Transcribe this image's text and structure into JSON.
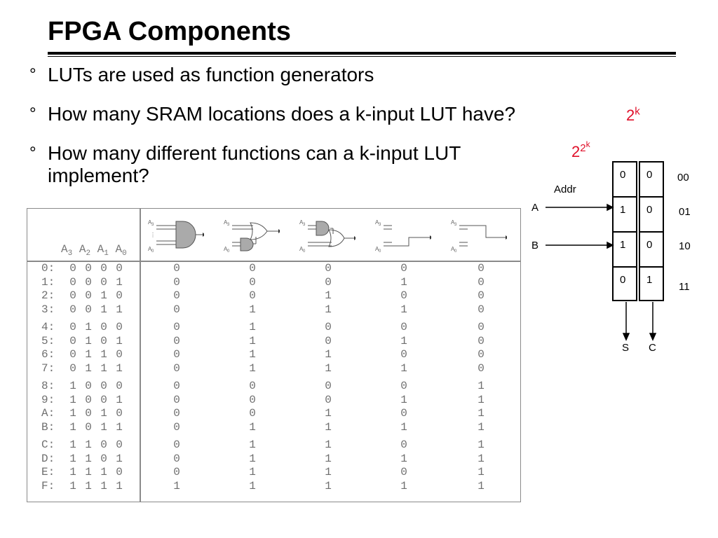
{
  "title": "FPGA Components",
  "bullets": [
    {
      "mark": "°",
      "text": "LUTs are used as function generators"
    },
    {
      "mark": "°",
      "text": "How many SRAM locations does a k-input LUT have?"
    },
    {
      "mark": "°",
      "text": "How many different functions can a k-input LUT",
      "text2": "implement?"
    }
  ],
  "answers": {
    "locations": {
      "base": "2",
      "exp": "k"
    },
    "functions": {
      "base": "2",
      "exp": "2",
      "exp2": "k"
    }
  },
  "truth_table": {
    "header": {
      "A3": "A",
      "A3s": "3",
      "A2": "A",
      "A2s": "2",
      "A1": "A",
      "A1s": "1",
      "A0": "A",
      "A0s": "0"
    },
    "rows": [
      {
        "label": "0:",
        "bits": [
          "0",
          "0",
          "0",
          "0"
        ],
        "outs": [
          "0",
          "0",
          "0",
          "0",
          "0"
        ]
      },
      {
        "label": "1:",
        "bits": [
          "0",
          "0",
          "0",
          "1"
        ],
        "outs": [
          "0",
          "0",
          "0",
          "1",
          "0"
        ]
      },
      {
        "label": "2:",
        "bits": [
          "0",
          "0",
          "1",
          "0"
        ],
        "outs": [
          "0",
          "0",
          "1",
          "0",
          "0"
        ]
      },
      {
        "label": "3:",
        "bits": [
          "0",
          "0",
          "1",
          "1"
        ],
        "outs": [
          "0",
          "1",
          "1",
          "1",
          "0"
        ]
      },
      {
        "label": "4:",
        "bits": [
          "0",
          "1",
          "0",
          "0"
        ],
        "outs": [
          "0",
          "1",
          "0",
          "0",
          "0"
        ]
      },
      {
        "label": "5:",
        "bits": [
          "0",
          "1",
          "0",
          "1"
        ],
        "outs": [
          "0",
          "1",
          "0",
          "1",
          "0"
        ]
      },
      {
        "label": "6:",
        "bits": [
          "0",
          "1",
          "1",
          "0"
        ],
        "outs": [
          "0",
          "1",
          "1",
          "0",
          "0"
        ]
      },
      {
        "label": "7:",
        "bits": [
          "0",
          "1",
          "1",
          "1"
        ],
        "outs": [
          "0",
          "1",
          "1",
          "1",
          "0"
        ]
      },
      {
        "label": "8:",
        "bits": [
          "1",
          "0",
          "0",
          "0"
        ],
        "outs": [
          "0",
          "0",
          "0",
          "0",
          "1"
        ]
      },
      {
        "label": "9:",
        "bits": [
          "1",
          "0",
          "0",
          "1"
        ],
        "outs": [
          "0",
          "0",
          "0",
          "1",
          "1"
        ]
      },
      {
        "label": "A:",
        "bits": [
          "1",
          "0",
          "1",
          "0"
        ],
        "outs": [
          "0",
          "0",
          "1",
          "0",
          "1"
        ]
      },
      {
        "label": "B:",
        "bits": [
          "1",
          "0",
          "1",
          "1"
        ],
        "outs": [
          "0",
          "1",
          "1",
          "1",
          "1"
        ]
      },
      {
        "label": "C:",
        "bits": [
          "1",
          "1",
          "0",
          "0"
        ],
        "outs": [
          "0",
          "1",
          "1",
          "0",
          "1"
        ]
      },
      {
        "label": "D:",
        "bits": [
          "1",
          "1",
          "0",
          "1"
        ],
        "outs": [
          "0",
          "1",
          "1",
          "1",
          "1"
        ]
      },
      {
        "label": "E:",
        "bits": [
          "1",
          "1",
          "1",
          "0"
        ],
        "outs": [
          "0",
          "1",
          "1",
          "0",
          "1"
        ]
      },
      {
        "label": "F:",
        "bits": [
          "1",
          "1",
          "1",
          "1"
        ],
        "outs": [
          "1",
          "1",
          "1",
          "1",
          "1"
        ]
      }
    ],
    "gate_labels": {
      "top": "A",
      "tops": "3",
      "bottom": "A",
      "bottoms": "0"
    }
  },
  "sram": {
    "addr_label": "Addr",
    "input_a": "A",
    "input_b": "B",
    "col_s": [
      "0",
      "1",
      "1",
      "0"
    ],
    "col_c": [
      "0",
      "0",
      "0",
      "1"
    ],
    "addresses": [
      "00",
      "01",
      "10",
      "11"
    ],
    "out_s": "S",
    "out_c": "C"
  }
}
